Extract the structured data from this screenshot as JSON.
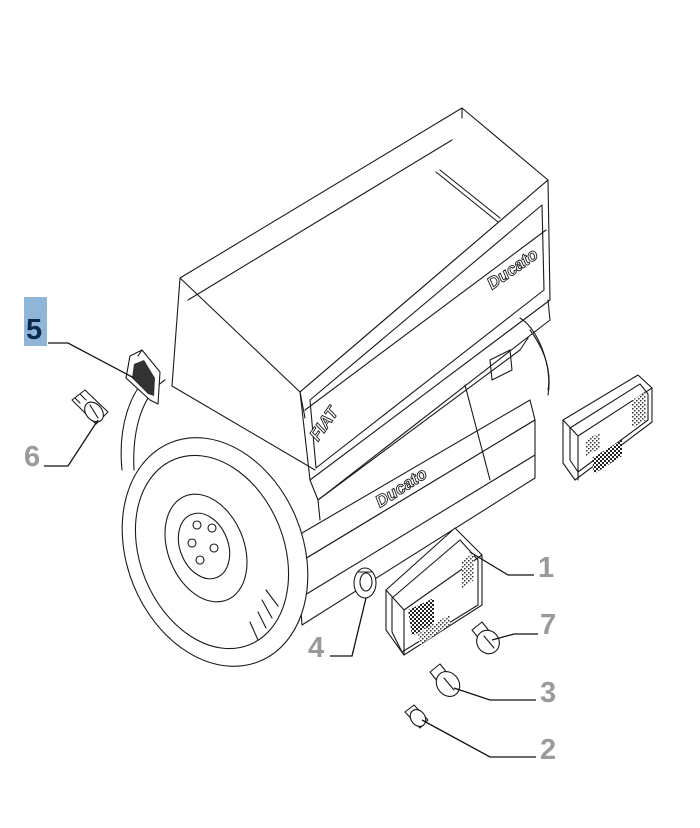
{
  "diagram": {
    "brand_labels": {
      "fiat": "FIAT",
      "ducato_top": "Ducato",
      "ducato_bumper": "Ducato"
    },
    "callouts": [
      {
        "id": "callout-5",
        "number": "5",
        "highlighted": true
      },
      {
        "id": "callout-6",
        "number": "6",
        "highlighted": false
      },
      {
        "id": "callout-1",
        "number": "1",
        "highlighted": false
      },
      {
        "id": "callout-4",
        "number": "4",
        "highlighted": false
      },
      {
        "id": "callout-7",
        "number": "7",
        "highlighted": false
      },
      {
        "id": "callout-3",
        "number": "3",
        "highlighted": false
      },
      {
        "id": "callout-2",
        "number": "2",
        "highlighted": false
      }
    ],
    "colors": {
      "highlight_box": "#8fb6d8",
      "highlight_text": "#0e2a4a",
      "callout_text": "#9a9a9a",
      "line": "#1a1a1a"
    }
  }
}
